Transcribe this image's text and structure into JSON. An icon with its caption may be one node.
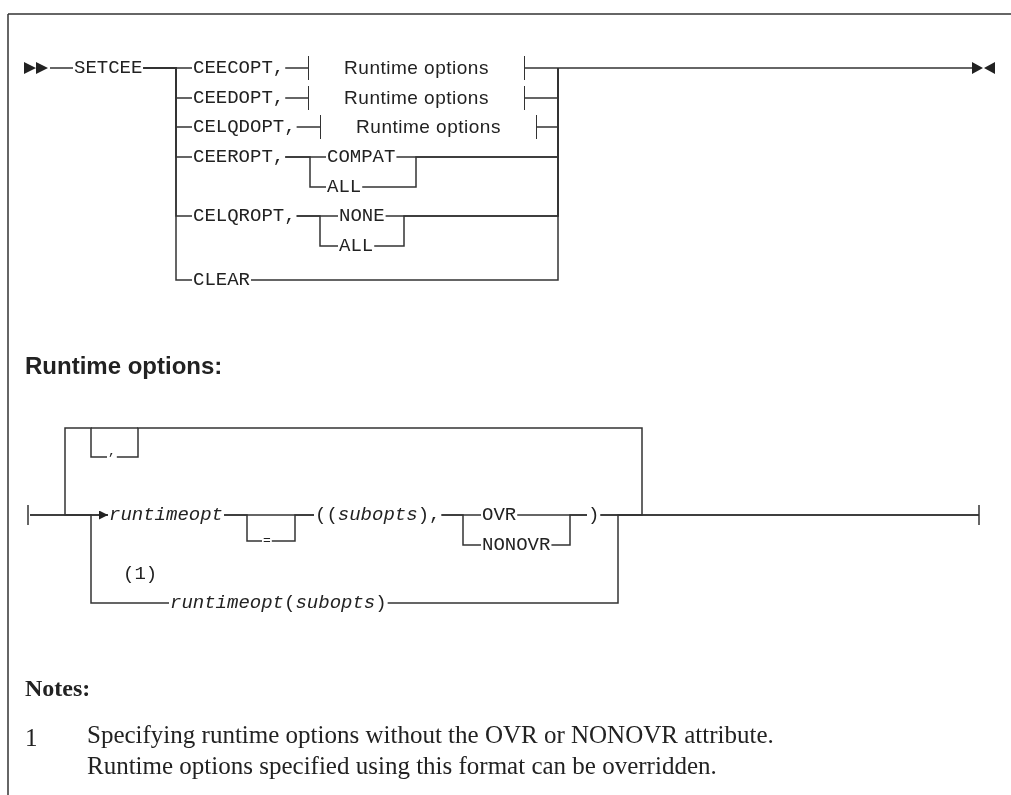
{
  "diagram": {
    "nodes": [
      {
        "text": [
          "SETCEE"
        ]
      },
      {
        "text": [
          "CEECOPT,"
        ]
      },
      {
        "text": [
          "Runtime options"
        ]
      },
      {
        "text": [
          "CEEDOPT,"
        ]
      },
      {
        "text": [
          "Runtime options"
        ]
      },
      {
        "text": [
          "CELQDOPT,"
        ]
      },
      {
        "text": [
          "Runtime options"
        ]
      },
      {
        "text": [
          "CEEROPT,"
        ]
      },
      {
        "text": [
          "COMPAT"
        ]
      },
      {
        "text": [
          "ALL"
        ]
      },
      {
        "text": [
          "CELQROPT,"
        ]
      },
      {
        "text": [
          "NONE"
        ]
      },
      {
        "text": [
          "ALL"
        ]
      },
      {
        "text": [
          "CLEAR"
        ]
      },
      {
        "text": [
          ","
        ]
      },
      {
        "text": [
          "runtimeopt"
        ]
      },
      {
        "text": [
          "="
        ]
      },
      {
        "text": [
          "((*subopts*),"
        ]
      },
      {
        "text": [
          "OVR"
        ]
      },
      {
        "text": [
          "NONOVR"
        ]
      },
      {
        "text": [
          ")"
        ]
      },
      {
        "text": [
          "*runtimeopt*(*subopts*)"
        ],
        "beside": [
          "(1)"
        ]
      }
    ],
    "edges": [
      {
        "from": null,
        "to": 0,
        "arrow": "none"
      },
      {
        "from": 0,
        "to": 1,
        "arrow": "none"
      },
      {
        "from": 0,
        "to": 3,
        "arrow": "none"
      },
      {
        "from": 0,
        "to": 5,
        "arrow": "none"
      },
      {
        "from": 0,
        "to": 7,
        "arrow": "none"
      },
      {
        "from": 0,
        "to": 10,
        "arrow": "none"
      },
      {
        "from": 0,
        "to": 13,
        "arrow": "none"
      },
      {
        "from": 1,
        "to": 2,
        "arrow": "none"
      },
      {
        "from": 3,
        "to": 4,
        "arrow": "none"
      },
      {
        "from": 5,
        "to": 6,
        "arrow": "none"
      },
      {
        "from": 7,
        "to": 8,
        "arrow": "none"
      },
      {
        "from": 7,
        "to": 9,
        "arrow": "none"
      },
      {
        "from": 10,
        "to": 11,
        "arrow": "none"
      },
      {
        "from": 10,
        "to": 12,
        "arrow": "none"
      },
      {
        "from": 2,
        "to": null,
        "arrow": "none"
      },
      {
        "from": 4,
        "to": null,
        "arrow": "none"
      },
      {
        "from": 6,
        "to": null,
        "arrow": "none"
      },
      {
        "from": 8,
        "to": null,
        "arrow": "none"
      },
      {
        "from": 9,
        "to": null,
        "arrow": "none"
      },
      {
        "from": 11,
        "to": null,
        "arrow": "none"
      },
      {
        "from": 12,
        "to": null,
        "arrow": "none"
      },
      {
        "from": 13,
        "to": null,
        "arrow": "none"
      },
      {
        "from": null,
        "to": 15,
        "arrow": "none"
      },
      {
        "from": 15,
        "to": 17,
        "arrow": "none"
      },
      {
        "from": 15,
        "to": 16,
        "arrow": "none"
      },
      {
        "from": 16,
        "to": 17,
        "arrow": "none"
      },
      {
        "from": 17,
        "to": 18,
        "arrow": "none"
      },
      {
        "from": 17,
        "to": 19,
        "arrow": "none"
      },
      {
        "from": 18,
        "to": 20,
        "arrow": "none"
      },
      {
        "from": 19,
        "to": 20,
        "arrow": "none"
      },
      {
        "from": 20,
        "to": null,
        "arrow": "none"
      },
      {
        "from": 20,
        "to": 14,
        "arrow": "none"
      },
      {
        "from": 14,
        "to": 15,
        "arrow": "to"
      },
      {
        "from": null,
        "to": 21,
        "arrow": "none"
      },
      {
        "from": 21,
        "to": null,
        "arrow": "none"
      }
    ],
    "labels": [
      "Runtime options:",
      "Notes:",
      "1",
      "Specifying runtime options without the OVR or NONOVR attribute. Runtime options specified using this format can be overridden."
    ]
  }
}
